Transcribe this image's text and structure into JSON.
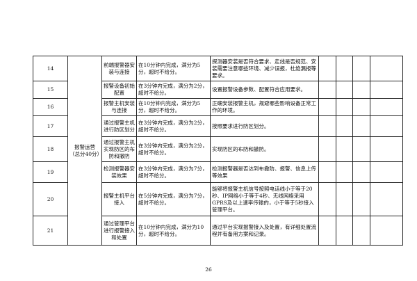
{
  "category": {
    "line1": "报警运营",
    "line2": "（总分40分）"
  },
  "rows": [
    {
      "num": "14",
      "item": "前端报警器安装与连接",
      "criteria": "在10分钟内完成，满分为5分，超时不给分。",
      "requirement": "探测器安装是否符合要求、走线是否规范、安装需要注意哪些环境、减少误报，杜绝漏报等要求。"
    },
    {
      "num": "15",
      "item": "报警设备初始配置",
      "criteria": "在3分钟内完成，满分为2分，超时不给分。",
      "requirement": "设置报警设备参数、配置符合应用要求。"
    },
    {
      "num": "16",
      "item": "报警主机安装与连接",
      "criteria": "在10分钟内完成，满分为5分，超时不给分。",
      "requirement": "正确安装报警主机，规避哪些影响设备正常工作的环境。"
    },
    {
      "num": "17",
      "item": "通过报警主机进行防区划分",
      "criteria": "在3分钟内完成，满分为2分，超时不给分。",
      "requirement": "按照要求进行防区划分。"
    },
    {
      "num": "18",
      "item": "通过报警主机实现防区的布防和撤防",
      "criteria": "在3分钟内完成，满分为2分，超时不给分。",
      "requirement": "实现防区的布防和撤防。"
    },
    {
      "num": "19",
      "item": "检测报警器安装效果",
      "criteria": "在3分钟内完成，满分为7分，超时不给分。",
      "requirement": "检测报警器是否达到布撤防、报警、信息上传等效果"
    },
    {
      "num": "20",
      "item": "报警主机平台接入",
      "criteria": "在5分钟内完成，满分为7分，超时不给分。",
      "requirement": "能够将报警主机信号按照电话线小于等于20秒、IP网络小于等于4秒、无线网络采用GPRS及以上速率传输的，小于等于5秒接入管理平台。"
    },
    {
      "num": "21",
      "item": "通过管理平台进行报警接入和处置",
      "criteria": "在10分钟内完成，满分为10分，超时不给分。",
      "requirement": "通过平台实现报警接入及处置，有详细处置流程并有备用方案和记录。"
    }
  ],
  "page_number": "26"
}
